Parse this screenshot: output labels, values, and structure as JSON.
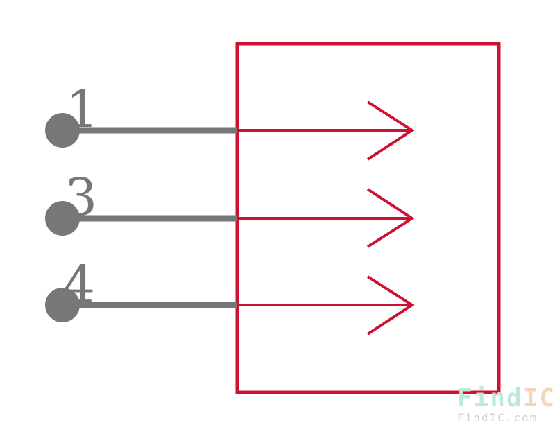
{
  "colors": {
    "component": "#cc1133",
    "pin": "#777777",
    "watermark_find": "#bfe8dc",
    "watermark_ic": "#f6d6b8",
    "watermark_url": "#d0d0d0"
  },
  "pins": [
    {
      "number": "1"
    },
    {
      "number": "3"
    },
    {
      "number": "4"
    }
  ],
  "watermark": {
    "logo_part1": "Find",
    "logo_part2": "IC",
    "url": "FindIC.com"
  }
}
